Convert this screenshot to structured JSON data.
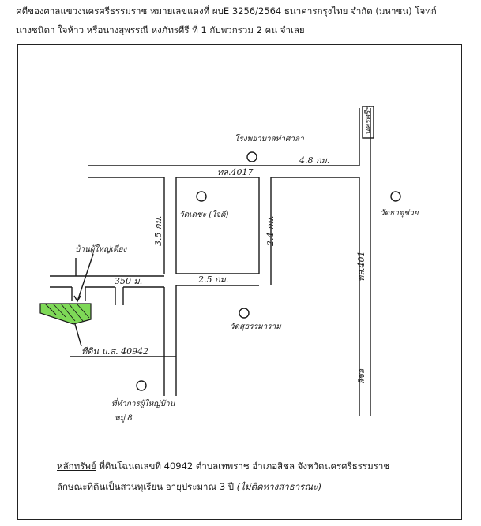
{
  "header": {
    "line1": "คดีของศาลแขวงนครศรีธรรมราช หมายเลขแดงที่ ผบE 3256/2564 ธนาคารกรุงไทย จำกัด (มหาชน) โจทก์",
    "line2": "นางชนิดา  ใจห้าว หรือนางสุพรรณี  หงภัทรศีรี ที่ 1  กับพวกรวม 2 คน  จำเลย"
  },
  "map": {
    "labels": {
      "road_top": "ทล.4017",
      "road_right": "ทล.401",
      "dist_top": "4.8 กม.",
      "dist_vertical_left": "3.5 กม.",
      "dist_vertical_mid": "2.4 กม.",
      "dist_mid_left": "350 ม.",
      "dist_mid": "2.5 กม.",
      "place_hospital": "โรงพยาบาลท่าศาลา",
      "place_nakhon": "นครศรีฯ",
      "place_wat_dee": "วัดเดชะ (ใจดี)",
      "place_wat_right": "วัดธาตุช่วย",
      "place_house": "บ้านผู้ใหญ่เตียง",
      "place_wat_sutham": "วัดสุธรรมาราม",
      "place_parcel": "ที่ดิน น.ส. 40942",
      "place_village_office": "ที่ทำการผู้ใหญ่บ้าน",
      "place_moo": "หมู่ 8",
      "place_sichon": "สิชล"
    }
  },
  "footer": {
    "asset_label": "หลักทรัพย์",
    "line1": "  ที่ดินโฉนดเลขที่  40942  ตำบลเทพราช  อำเภอสิชล  จังหวัดนครศรีธรรมราช",
    "line2": "ลักษณะที่ดินเป็นสวนทุเรียน อายุประมาณ 3 ปี",
    "line2_hand": " (ไม่ติดทางสาธารณะ)"
  },
  "colors": {
    "parcel_fill": "#7ed957",
    "ink": "#1a1a1a"
  }
}
